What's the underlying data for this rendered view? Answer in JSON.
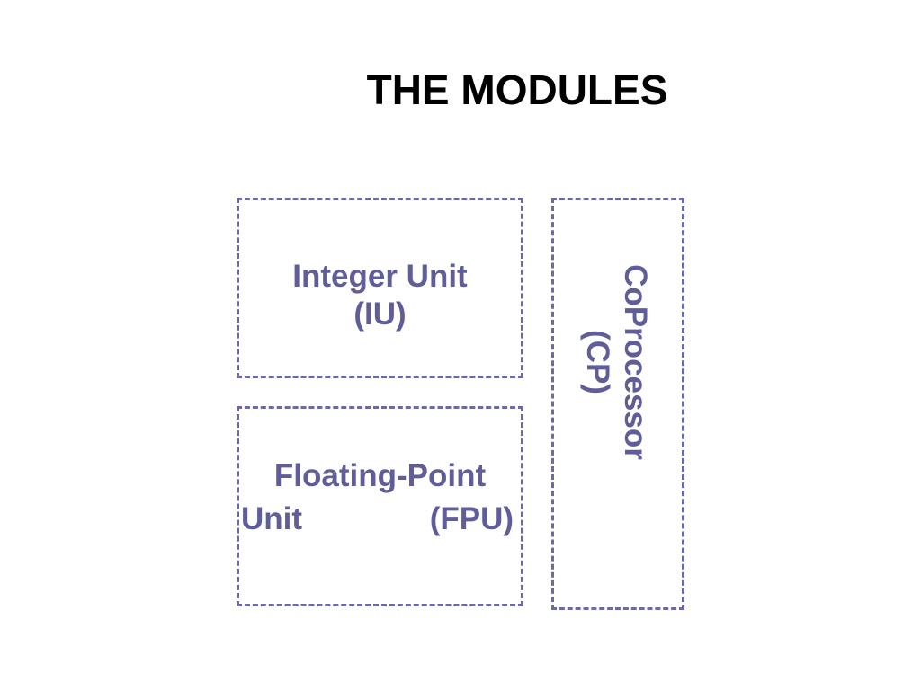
{
  "slide": {
    "title": "THE MODULES"
  },
  "colors": {
    "box_border": "#6b6aa5",
    "label": "#5f5e9b",
    "title": "#000000",
    "background": "#ffffff"
  },
  "modules": {
    "integer_unit": {
      "line1": "Integer Unit",
      "line2": "(IU)"
    },
    "floating_point_unit": {
      "line1": "Floating-Point",
      "line2_left": "Unit",
      "line2_right": "(FPU)"
    },
    "coprocessor": {
      "line1": "CoProcessor",
      "line2": "(CP)"
    }
  }
}
